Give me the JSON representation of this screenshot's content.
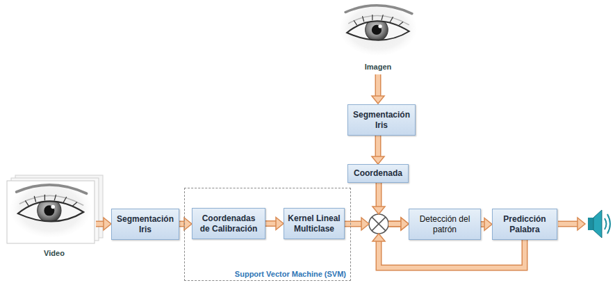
{
  "diagram": {
    "nodes": [
      {
        "text": [
          "Segmentación Iris"
        ]
      },
      {
        "text": [
          "Support Vector Machine (SVM)"
        ]
      },
      {
        "text": [
          "Coordenadas de Calibración"
        ],
        "in": 1
      },
      {
        "text": [
          "Kernel Lineal Multiclase"
        ],
        "in": 1
      },
      {
        "text": [
          "Segmentación Iris"
        ]
      },
      {
        "text": [
          "Coordenada"
        ]
      },
      {
        "text": [
          "Detección del patrón"
        ]
      },
      {
        "text": [
          "Predicción Palabra"
        ]
      }
    ],
    "edges": [
      {
        "from": 0,
        "to": 2,
        "arrow": "to"
      },
      {
        "from": 2,
        "to": 3,
        "arrow": "to"
      },
      {
        "from": 3,
        "to": 6,
        "arrow": "to"
      },
      {
        "from": 4,
        "to": 5,
        "arrow": "to"
      },
      {
        "from": 5,
        "to": 6,
        "arrow": "to"
      },
      {
        "from": 6,
        "to": 7,
        "arrow": "to"
      },
      {
        "from": 7,
        "to": 6,
        "arrow": "to"
      }
    ],
    "labels": [
      "Imagen",
      "Video"
    ]
  }
}
